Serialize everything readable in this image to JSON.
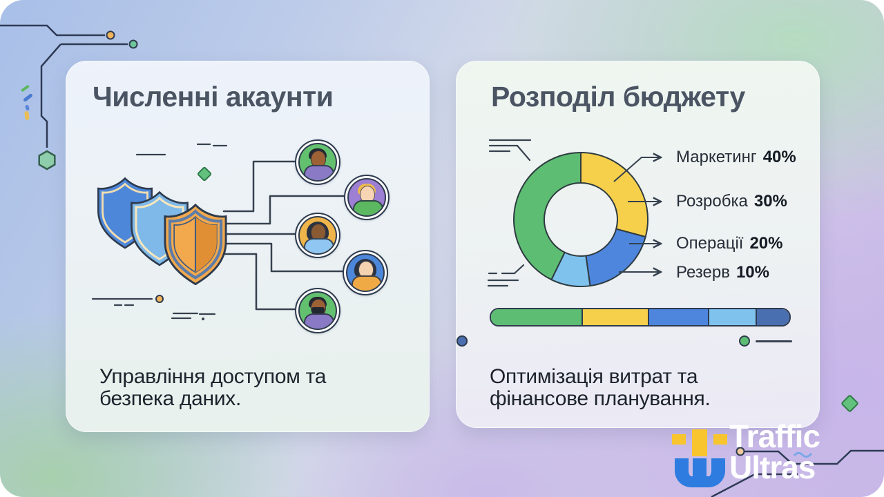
{
  "cards": [
    {
      "title": "Численні акаунти",
      "caption": "Управління доступом та\nбезпека даних."
    },
    {
      "title": "Розподіл бюджету",
      "caption": "Оптимізація витрат та\nфінансове планування."
    }
  ],
  "chart_data": [
    {
      "type": "pie",
      "variant": "donut",
      "title": "Розподіл бюджету",
      "unit": "%",
      "legend_position": "right",
      "segments": [
        {
          "label": "Маркетинг",
          "value": 40,
          "color": "#f6cf4b",
          "start_deg": 0,
          "end_deg": 105
        },
        {
          "label": "Розробка",
          "value": 30,
          "color": "#5dbd72",
          "start_deg": 206,
          "end_deg": 360
        },
        {
          "label": "Операції",
          "value": 20,
          "color": "#4e86dd",
          "start_deg": 105,
          "end_deg": 172
        },
        {
          "label": "Резерв",
          "value": 10,
          "color": "#7fc2ee",
          "start_deg": 172,
          "end_deg": 206
        }
      ]
    },
    {
      "type": "bar",
      "variant": "stacked-horizontal",
      "title": "Розподіл бюджету — смуга",
      "segments": [
        {
          "color": "#5dbd72",
          "width_pct": 31
        },
        {
          "color": "#f6cf4b",
          "width_pct": 22
        },
        {
          "color": "#4e86dd",
          "width_pct": 20
        },
        {
          "color": "#7fc2ee",
          "width_pct": 16
        },
        {
          "color": "#4a6fb0",
          "width_pct": 11
        }
      ],
      "legend_dot_colors": [
        "#5dbd72",
        "#f6cf4b",
        "#7fc2ee",
        "#4a6fb0"
      ]
    }
  ],
  "illustration": {
    "avatars": [
      {
        "variant": "man",
        "bg": "#62c06e",
        "skin": "#9c6134",
        "hair": "#23272e",
        "shirt": "#8a7ac6"
      },
      {
        "variant": "man",
        "bg": "#9d7fd3",
        "skin": "#f7d4b4",
        "hair": "#edb94f",
        "shirt": "#5cb860"
      },
      {
        "variant": "woman",
        "bg": "#f0b54a",
        "skin": "#8a5a32",
        "hair": "#2b3240",
        "shirt": "#8fc6f2"
      },
      {
        "variant": "woman",
        "bg": "#4c87da",
        "skin": "#f6d3b0",
        "hair": "#2b3240",
        "shirt": "#f0aa45"
      },
      {
        "variant": "man-beard",
        "bg": "#62c06e",
        "skin": "#9c6134",
        "hair": "#23272e",
        "shirt": "#8a7ac6"
      }
    ],
    "shields": {
      "back": "#4d87d9",
      "mid": "#7fb9e9",
      "front": "#f2a94d",
      "front_dark": "#e08f34",
      "trim": "#f2ddb0",
      "front_ring": "#5d7ca8"
    }
  },
  "brand": {
    "line1": "Traffic",
    "line2": "Ultras"
  },
  "colors": {
    "outline_dark": "#2e3b4e",
    "line_dark": "#36414f",
    "title_color": "#4a5462",
    "text_color": "#1d232c",
    "logo_yellow": "#f9c52e",
    "logo_blue": "#2e7ce0",
    "brand_text": "#ffffff",
    "dot_orange": "#f0b45c",
    "dot_green": "#6fc49a",
    "hex_green": "#8fceac",
    "diamond_green": "#62c27d"
  }
}
